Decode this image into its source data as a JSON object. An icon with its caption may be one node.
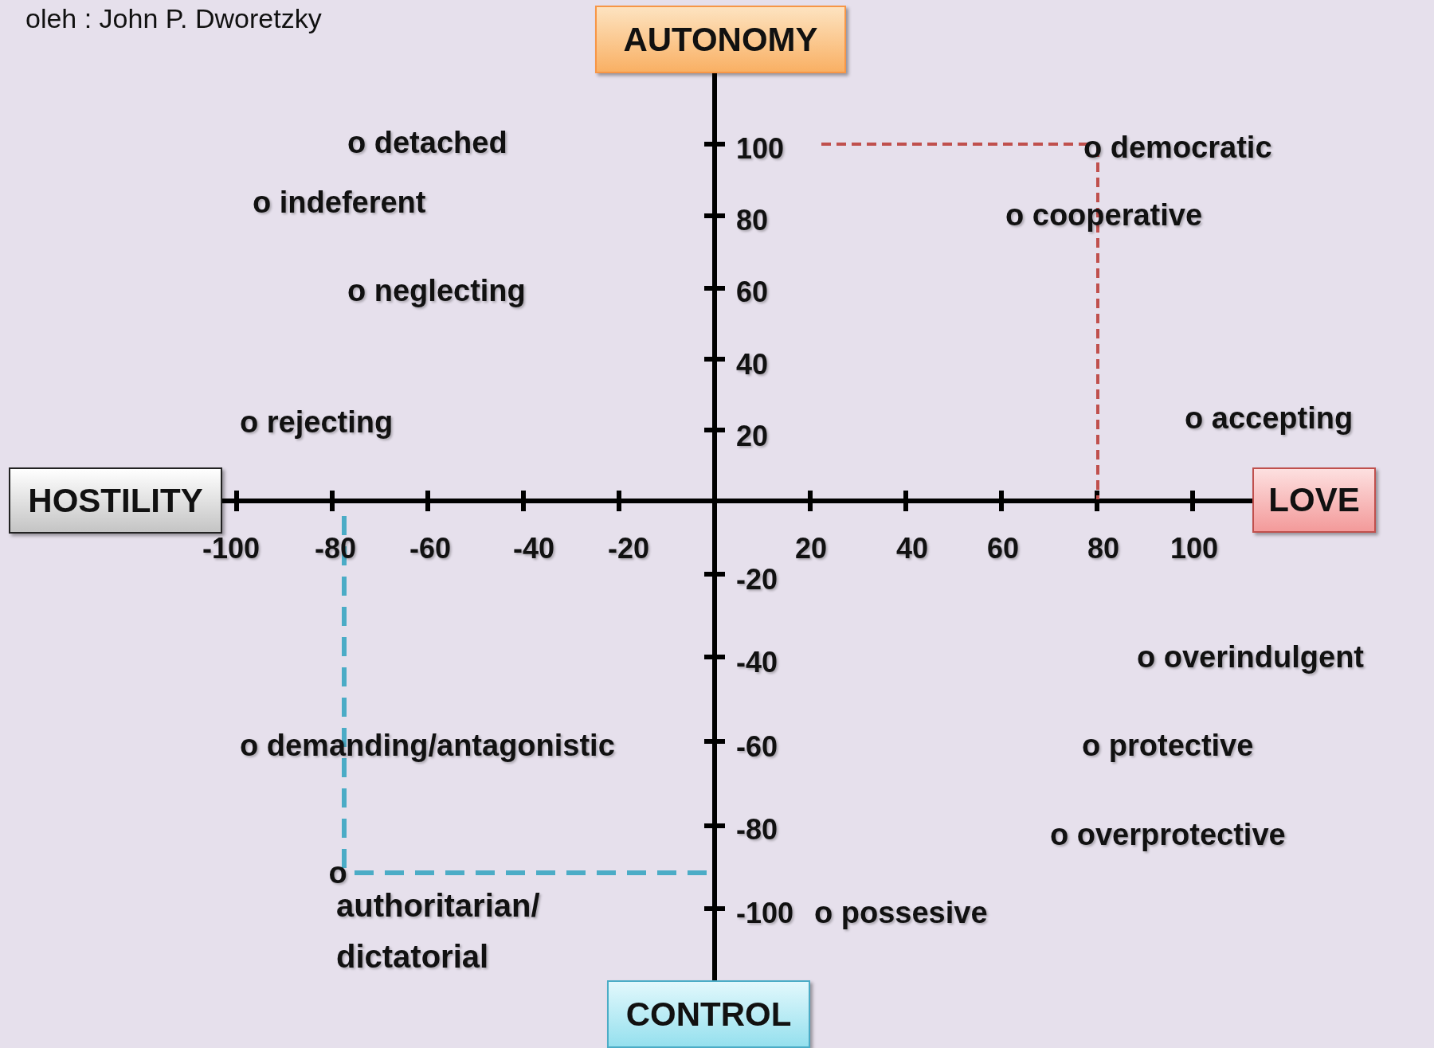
{
  "diagram": {
    "nodes": [
      {
        "text": [
          "AUTONOMY"
        ]
      },
      {
        "text": [
          "HOSTILITY"
        ]
      },
      {
        "text": [
          "LOVE"
        ]
      },
      {
        "text": [
          "CONTROL"
        ]
      }
    ],
    "labels": [
      "oleh : John P. Dworetzky",
      "o detached",
      "100",
      "o democratic",
      "o indeferent",
      "80",
      "o cooperative",
      "o neglecting",
      "60",
      "40",
      "o rejecting",
      "20",
      "o accepting",
      "-100",
      "-80",
      "-60",
      "-40",
      "-20",
      "20",
      "40",
      "60",
      "80",
      "100",
      "-20",
      "-40",
      "o overindulgent",
      "o demanding/antagonistic",
      "-60",
      "o protective",
      "-80",
      "o overprotective",
      "o",
      "-100",
      "o possesive",
      "authoritarian/ dictatorial"
    ]
  }
}
